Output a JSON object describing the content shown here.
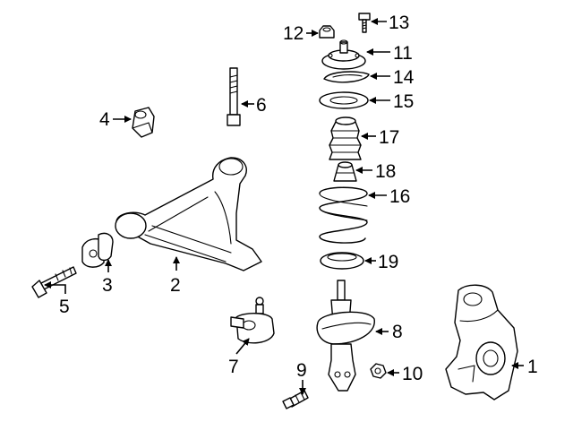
{
  "callouts": {
    "n1": "1",
    "n2": "2",
    "n3": "3",
    "n4": "4",
    "n5": "5",
    "n6": "6",
    "n7": "7",
    "n8": "8",
    "n9": "9",
    "n10": "10",
    "n11": "11",
    "n12": "12",
    "n13": "13",
    "n14": "14",
    "n15": "15",
    "n16": "16",
    "n17": "17",
    "n18": "18",
    "n19": "19"
  },
  "colors": {
    "line": "#000000",
    "background": "#ffffff"
  }
}
